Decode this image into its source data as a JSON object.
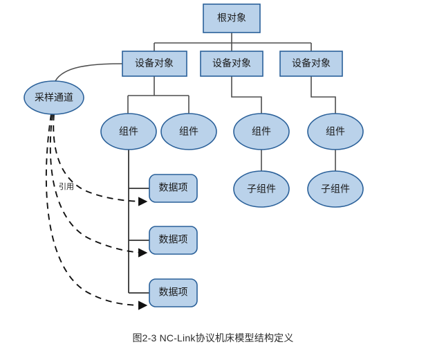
{
  "diagram": {
    "type": "tree-diagram",
    "caption": "图2-3 NC-Link协议机床模型结构定义",
    "colors": {
      "node_fill": "#bad2ea",
      "node_stroke": "#2a6099",
      "edge_stroke": "#4d4d4d",
      "reference_edge_stroke": "#111111",
      "text": "#1a1a1a",
      "background": "#ffffff"
    },
    "nodes": {
      "root": {
        "label": "根对象",
        "shape": "rect"
      },
      "devices": [
        {
          "label": "设备对象",
          "shape": "rect"
        },
        {
          "label": "设备对象",
          "shape": "rect"
        },
        {
          "label": "设备对象",
          "shape": "rect"
        }
      ],
      "sampling_channel": {
        "label": "采样通道",
        "shape": "ellipse"
      },
      "components": [
        {
          "label": "组件",
          "shape": "ellipse"
        },
        {
          "label": "组件",
          "shape": "ellipse"
        },
        {
          "label": "组件",
          "shape": "ellipse"
        },
        {
          "label": "组件",
          "shape": "ellipse"
        }
      ],
      "subcomponents": [
        {
          "label": "子组件",
          "shape": "ellipse"
        },
        {
          "label": "子组件",
          "shape": "ellipse"
        }
      ],
      "data_items": [
        {
          "label": "数据项",
          "shape": "rounded-rect"
        },
        {
          "label": "数据项",
          "shape": "rounded-rect"
        },
        {
          "label": "数据项",
          "shape": "rounded-rect"
        }
      ]
    },
    "edges": {
      "reference_label": "引用",
      "reference_count": 3
    }
  }
}
